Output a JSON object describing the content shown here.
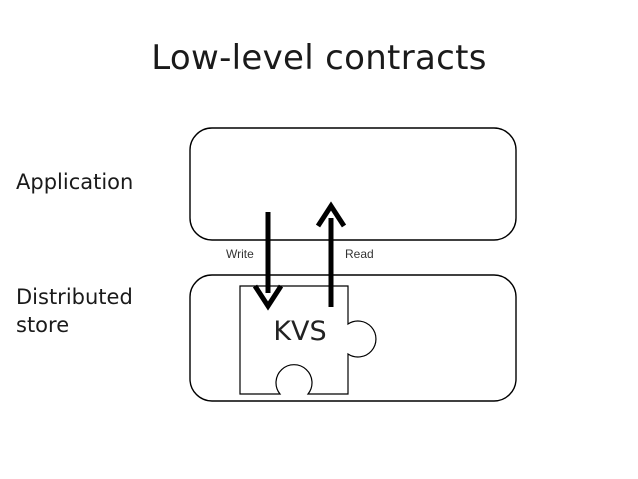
{
  "title": "Low-level contracts",
  "labels": {
    "application": "Application",
    "distributed_store_line1": "Distributed",
    "distributed_store_line2": "store"
  },
  "arrows": {
    "write": "Write",
    "read": "Read"
  },
  "component": {
    "kvs": "KVS"
  }
}
